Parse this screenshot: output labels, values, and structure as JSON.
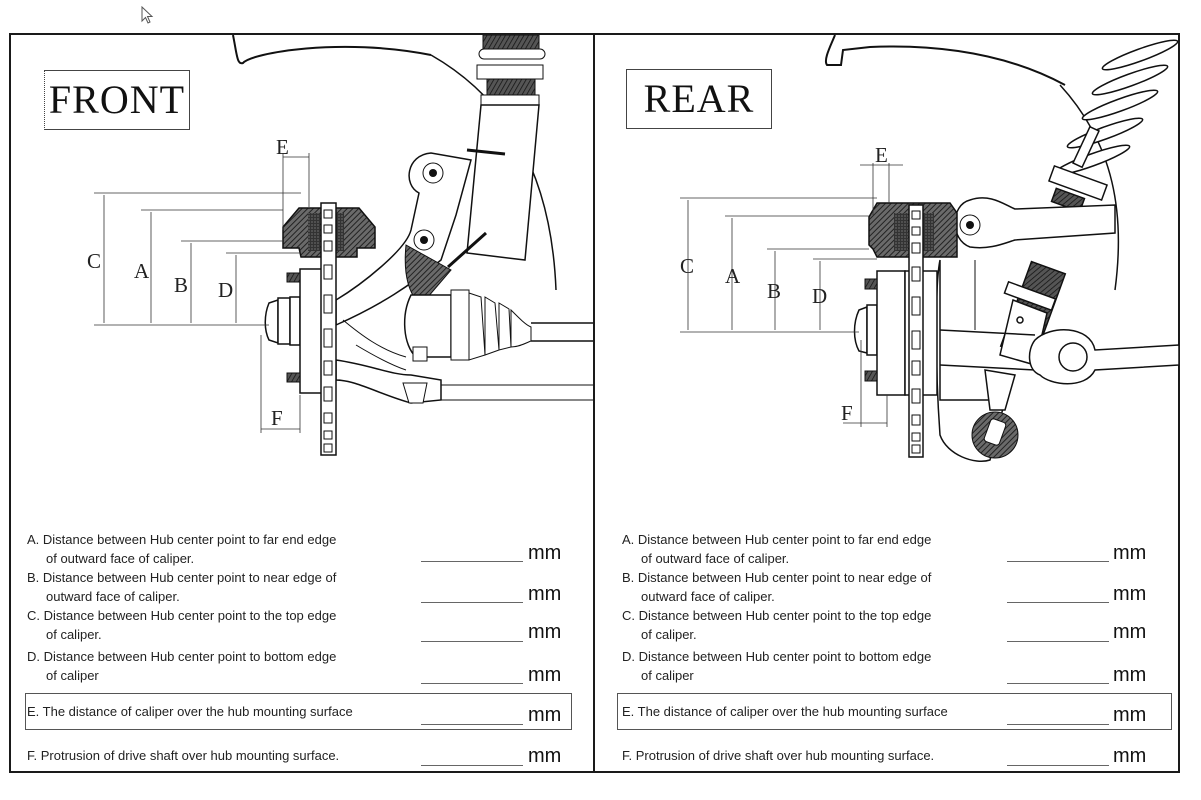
{
  "panels": [
    {
      "id": "front",
      "title": "FRONT",
      "dimension_labels": {
        "A": "A",
        "B": "B",
        "C": "C",
        "D": "D",
        "E": "E",
        "F": "F"
      },
      "questions": [
        {
          "line1": "A. Distance between Hub center point to far end edge",
          "line2": "of outward face of caliper.",
          "value": "",
          "unit": "mm"
        },
        {
          "line1": "B. Distance between Hub center point to near edge of",
          "line2": "outward face of caliper.",
          "value": "",
          "unit": "mm"
        },
        {
          "line1": "C. Distance between Hub center point to the top edge",
          "line2": "of caliper.",
          "value": "",
          "unit": "mm"
        },
        {
          "line1": "D. Distance between Hub center point to bottom edge",
          "line2": "of caliper",
          "value": "",
          "unit": "mm"
        },
        {
          "line1": "E. The distance of caliper over the hub mounting surface",
          "line2": "",
          "value": "",
          "unit": "mm"
        },
        {
          "line1": "F. Protrusion of drive shaft over hub mounting surface.",
          "line2": "",
          "value": "",
          "unit": "mm"
        }
      ]
    },
    {
      "id": "rear",
      "title": "REAR",
      "dimension_labels": {
        "A": "A",
        "B": "B",
        "C": "C",
        "D": "D",
        "E": "E",
        "F": "F"
      },
      "questions": [
        {
          "line1": "A. Distance between Hub center point to far end edge",
          "line2": "of outward face of caliper.",
          "value": "",
          "unit": "mm"
        },
        {
          "line1": "B. Distance between Hub center point to near edge of",
          "line2": "outward face of caliper.",
          "value": "",
          "unit": "mm"
        },
        {
          "line1": "C. Distance between Hub center point to the top edge",
          "line2": "of caliper.",
          "value": "",
          "unit": "mm"
        },
        {
          "line1": "D. Distance between Hub center point to bottom edge",
          "line2": "of caliper",
          "value": "",
          "unit": "mm"
        },
        {
          "line1": "E. The distance of caliper over the hub mounting surface",
          "line2": "",
          "value": "",
          "unit": "mm"
        },
        {
          "line1": "F. Protrusion of drive shaft over hub mounting surface.",
          "line2": "",
          "value": "",
          "unit": "mm"
        }
      ]
    }
  ],
  "icons": {
    "cursor": "mouse-pointer-icon"
  }
}
